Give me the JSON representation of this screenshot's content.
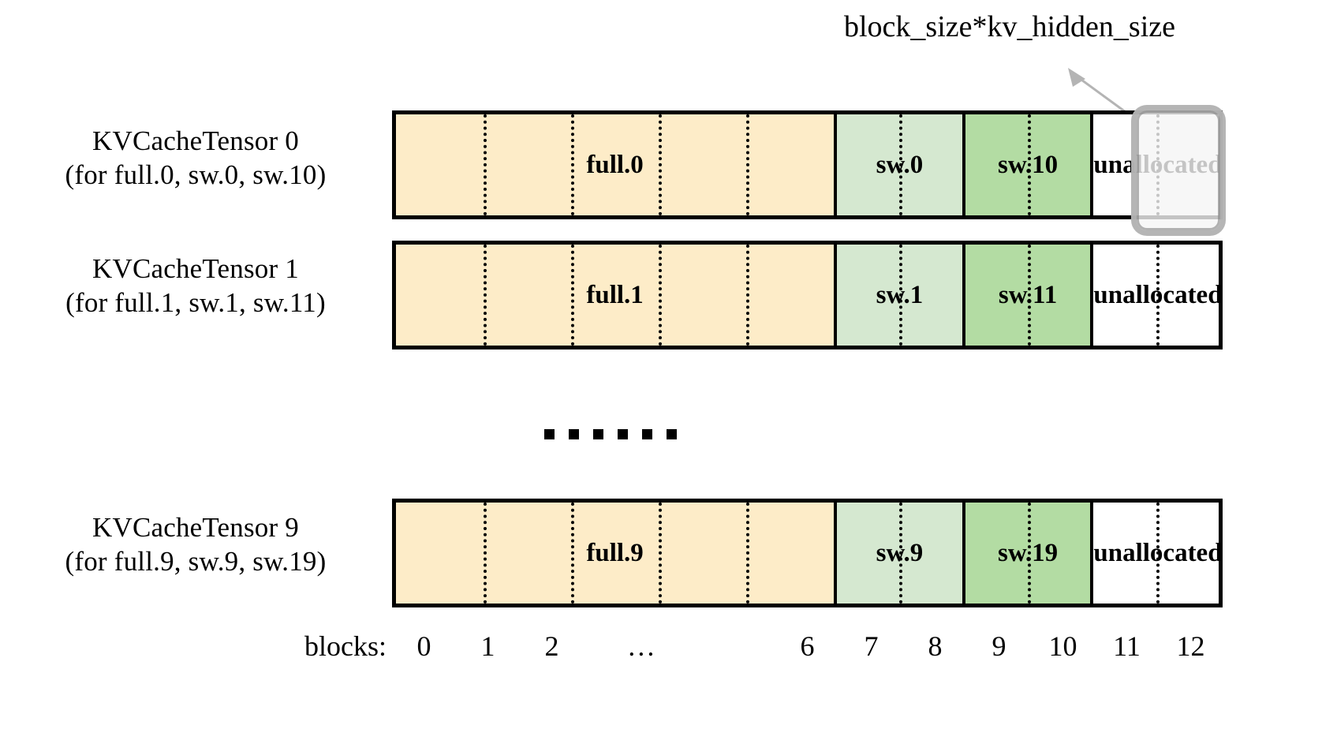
{
  "diagram": {
    "title_callout": "block_size*kv_hidden_size",
    "block_axis_label": "blocks:",
    "block_ticks": [
      "0",
      "1",
      "2",
      "…",
      "6",
      "7",
      "8",
      "9",
      "10",
      "11",
      "12"
    ],
    "ellipsis_dots": 6,
    "colors": {
      "full": "#fdecc8",
      "sw_light": "#d5e8d0",
      "sw_dark": "#b3dca3",
      "unallocated": "#ffffff",
      "border": "#000000",
      "highlight_border": "#aaaaaa",
      "highlight_fill": "#f5f5f5",
      "arrow": "#b4b4b4"
    },
    "rows": [
      {
        "label_line1": "KVCacheTensor 0",
        "label_line2": "(for full.0, sw.0, sw.10)",
        "cells": [
          {
            "text": "full.0",
            "kind": "full",
            "blocks": 7
          },
          {
            "text": "sw.0",
            "kind": "sw_light",
            "blocks": 2
          },
          {
            "text": "sw.10",
            "kind": "sw_dark",
            "blocks": 2
          },
          {
            "text": "unallocated",
            "kind": "unallocated",
            "blocks": 2
          }
        ],
        "highlighted_cell": "unallocated"
      },
      {
        "label_line1": "KVCacheTensor 1",
        "label_line2": "(for full.1, sw.1, sw.11)",
        "cells": [
          {
            "text": "full.1",
            "kind": "full",
            "blocks": 7
          },
          {
            "text": "sw.1",
            "kind": "sw_light",
            "blocks": 2
          },
          {
            "text": "sw.11",
            "kind": "sw_dark",
            "blocks": 2
          },
          {
            "text": "unallocated",
            "kind": "unallocated",
            "blocks": 2
          }
        ],
        "highlighted_cell": null
      },
      {
        "label_line1": "KVCacheTensor 9",
        "label_line2": "(for full.9, sw.9, sw.19)",
        "cells": [
          {
            "text": "full.9",
            "kind": "full",
            "blocks": 7
          },
          {
            "text": "sw.9",
            "kind": "sw_light",
            "blocks": 2
          },
          {
            "text": "sw.19",
            "kind": "sw_dark",
            "blocks": 2
          },
          {
            "text": "unallocated",
            "kind": "unallocated",
            "blocks": 2
          }
        ],
        "highlighted_cell": null
      }
    ]
  }
}
